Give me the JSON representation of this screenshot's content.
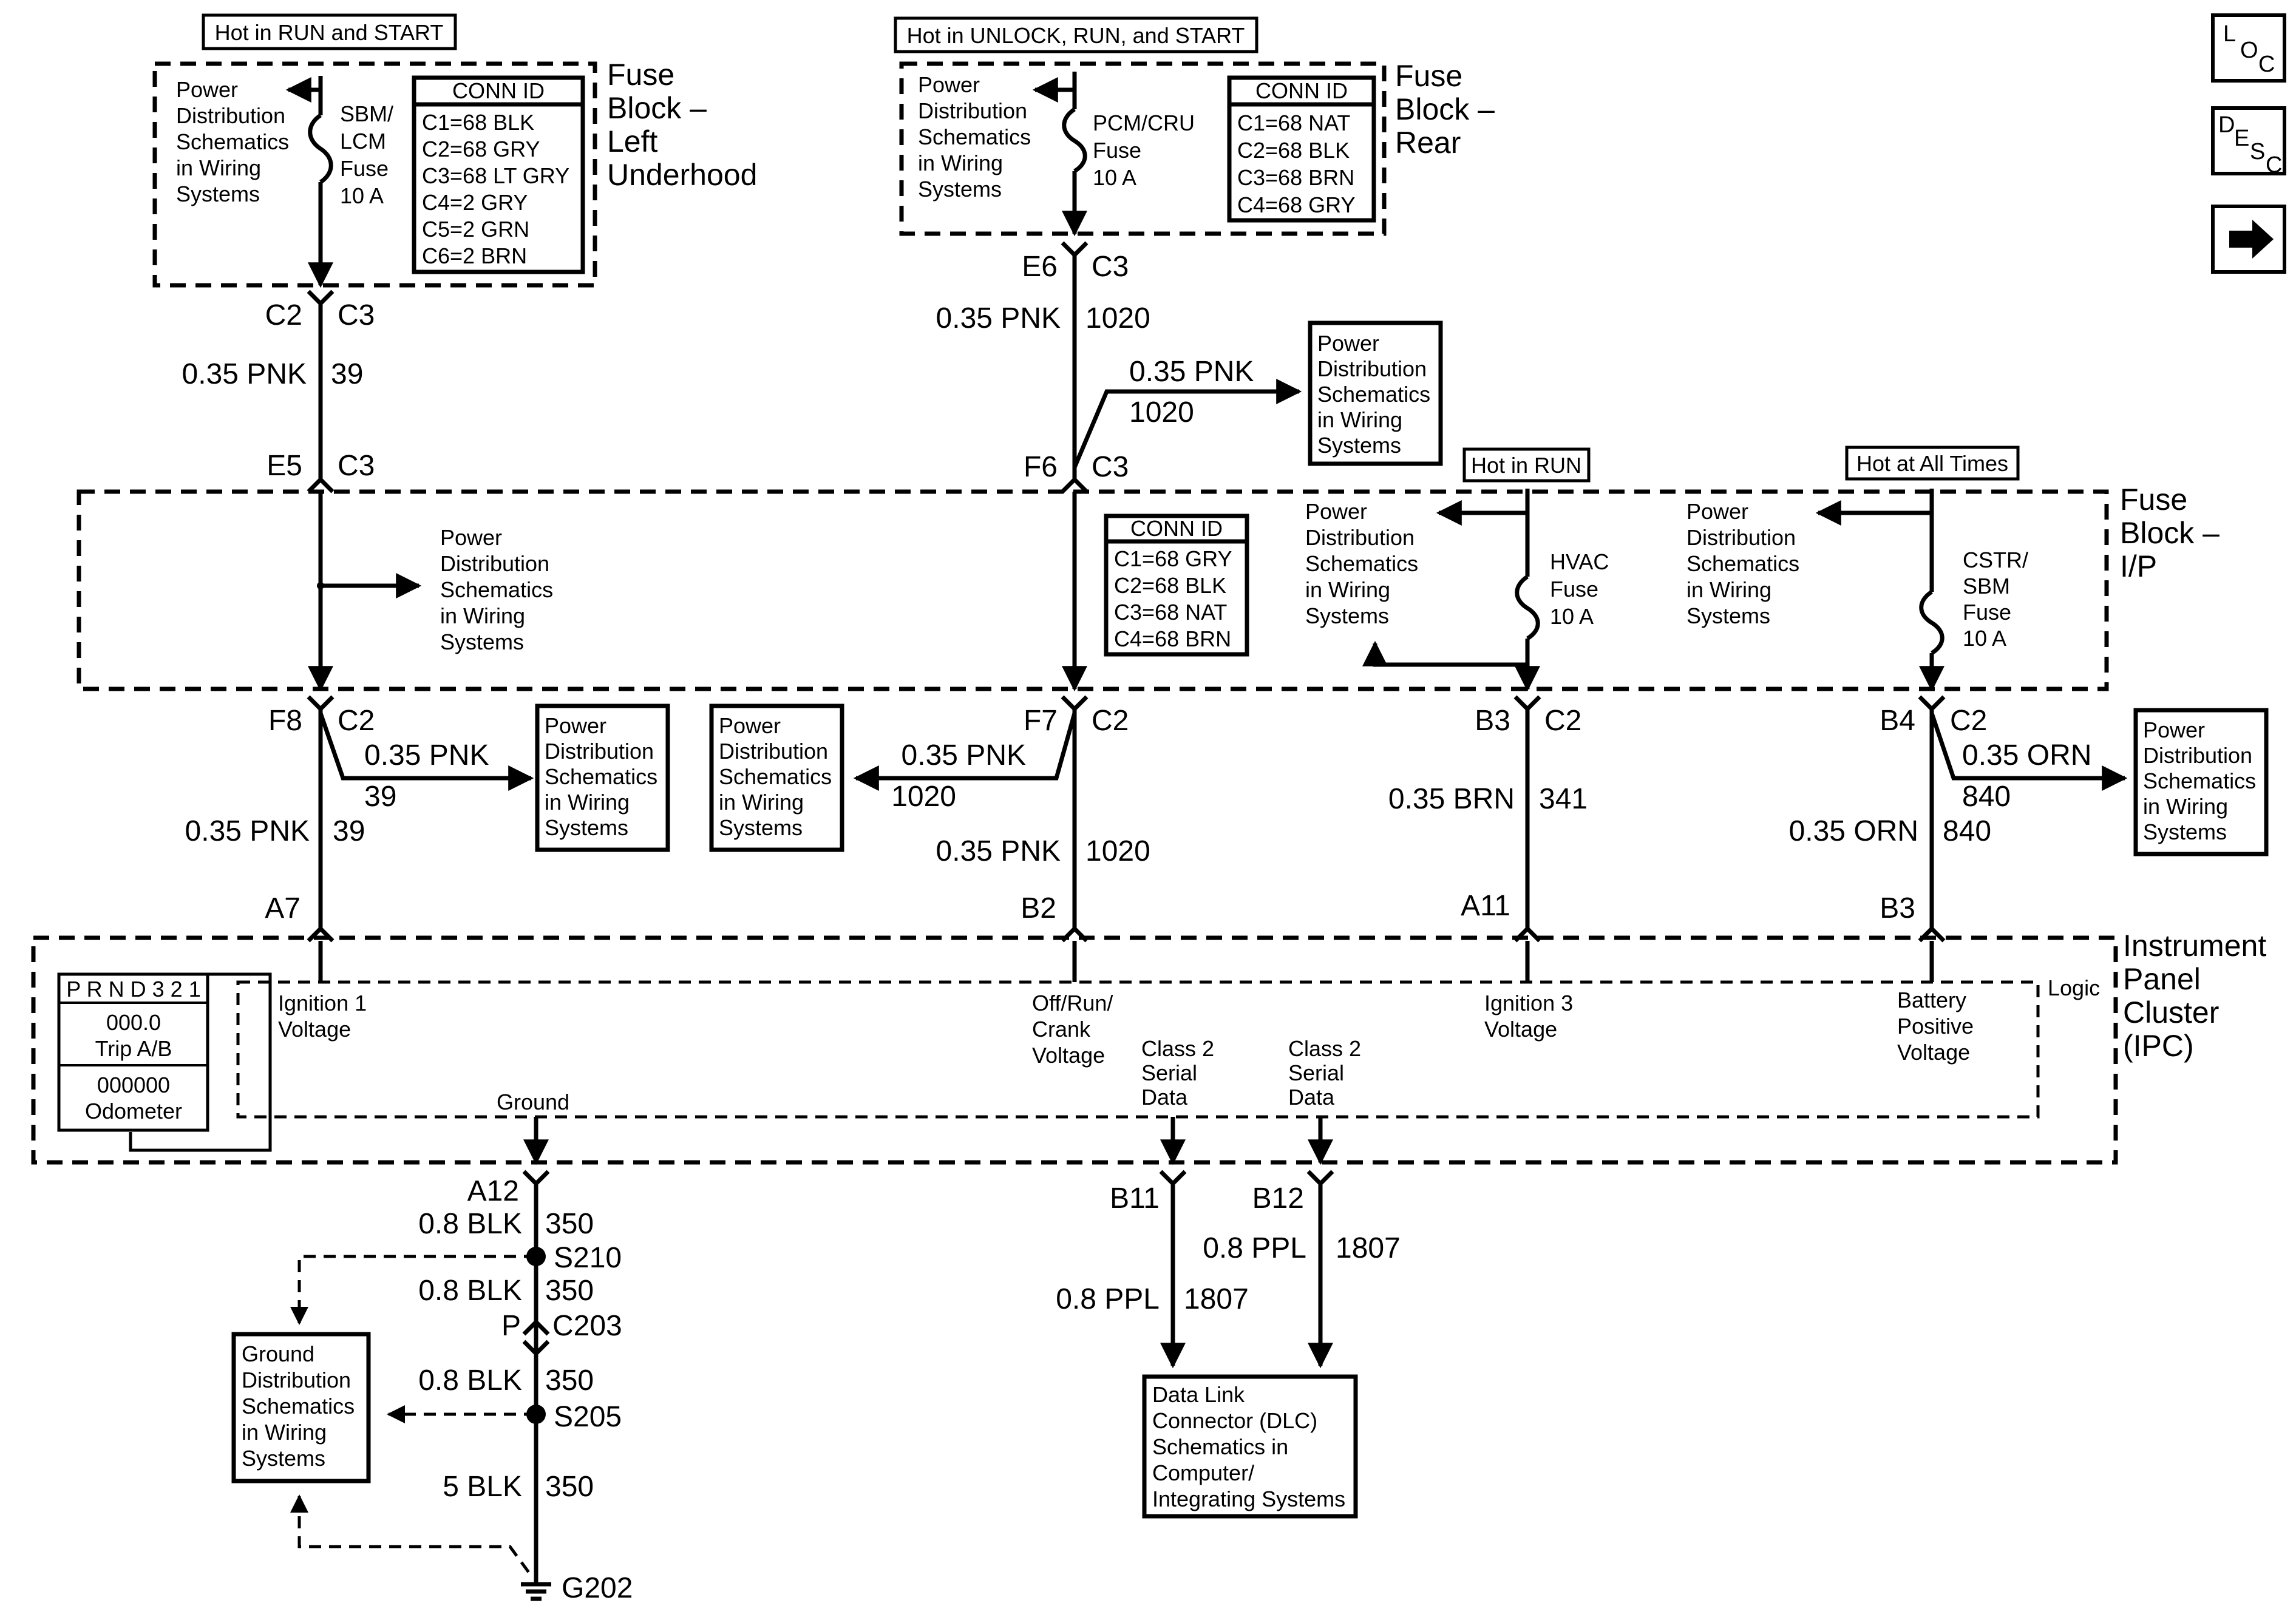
{
  "hot_labels": {
    "run_start": "Hot in RUN and START",
    "unlock_run_start": "Hot in UNLOCK, RUN, and START",
    "run": "Hot in RUN",
    "all_times": "Hot at All Times"
  },
  "fuse_blocks": {
    "left_underhood": [
      "Fuse",
      "Block –",
      "Left",
      "Underhood"
    ],
    "rear": [
      "Fuse",
      "Block –",
      "Rear"
    ],
    "ip": [
      "Fuse",
      "Block –",
      "I/P"
    ]
  },
  "ipc_title": [
    "Instrument",
    "Panel",
    "Cluster",
    "(IPC)"
  ],
  "conn_id_left": {
    "title": "CONN ID",
    "rows": [
      "C1=68 BLK",
      "C2=68 GRY",
      "C3=68 LT GRY",
      "C4=2 GRY",
      "C5=2 GRN",
      "C6=2 BRN"
    ]
  },
  "conn_id_rear": {
    "title": "CONN ID",
    "rows": [
      "C1=68 NAT",
      "C2=68 BLK",
      "C3=68 BRN",
      "C4=68 GRY"
    ]
  },
  "conn_id_ip": {
    "title": "CONN ID",
    "rows": [
      "C1=68 GRY",
      "C2=68 BLK",
      "C3=68 NAT",
      "C4=68 BRN"
    ]
  },
  "fuses": {
    "sbm_lcm": [
      "SBM/",
      "LCM",
      "Fuse",
      "10  A"
    ],
    "pcm_cru": [
      "PCM/CRU",
      "Fuse",
      "10 A"
    ],
    "hvac": [
      "HVAC",
      "Fuse",
      "10 A"
    ],
    "cstr_sbm": [
      "CSTR/",
      "SBM",
      "Fuse",
      "10 A"
    ]
  },
  "refs": {
    "power_5line": [
      "Power",
      "Distribution",
      "Schematics",
      "in Wiring",
      "Systems"
    ],
    "ground": [
      "Ground",
      "Distribution",
      "Schematics",
      "in Wiring",
      "Systems"
    ],
    "dlc": [
      "Data Link",
      "Connector (DLC)",
      "Schematics in",
      "Computer/",
      "Integrating Systems"
    ]
  },
  "connectors": {
    "c2_top": "C2",
    "c3_top": "C3",
    "e5": "E5",
    "c3_e5": "C3",
    "e6": "E6",
    "c3_e6": "C3",
    "f6": "F6",
    "c3_f6": "C3",
    "f8": "F8",
    "c2_f8": "C2",
    "f7": "F7",
    "c2_f7": "C2",
    "b3": "B3",
    "c2_b3": "C2",
    "b4": "B4",
    "c2_b4": "C2",
    "a7": "A7",
    "b2": "B2",
    "a11": "A11",
    "b3_ipc": "B3",
    "a12": "A12",
    "b11": "B11",
    "b12": "B12",
    "p": "P",
    "c203": "C203",
    "s210": "S210",
    "s205": "S205",
    "g202": "G202"
  },
  "wires": {
    "pnk": "0.35 PNK",
    "c39": "39",
    "c1020": "1020",
    "brn": "0.35 BRN",
    "c341": "341",
    "orn": "0.35 ORN",
    "c840": "840",
    "blk08": "0.8 BLK",
    "blk5": "5 BLK",
    "c350": "350",
    "ppl": "0.8 PPL",
    "c1807": "1807"
  },
  "ipc": {
    "ignition1": [
      "Ignition 1",
      "Voltage"
    ],
    "offruncrank": [
      "Off/Run/",
      "Crank",
      "Voltage"
    ],
    "ignition3": [
      "Ignition 3",
      "Voltage"
    ],
    "battery": [
      "Battery",
      "Positive",
      "Voltage"
    ],
    "class2": [
      "Class 2",
      "Serial",
      "Data"
    ],
    "logic": "Logic",
    "ground": "Ground",
    "prnd": "P R N D 3 2 1",
    "trip_value": "000.0",
    "trip_label": "Trip A/B",
    "odo_value": "000000",
    "odo_label": "Odometer"
  },
  "nav": {
    "loc": [
      "L",
      "O",
      "C"
    ],
    "desc": [
      "D",
      "E",
      "S",
      "C"
    ],
    "next_icon": "arrow-right-icon"
  }
}
